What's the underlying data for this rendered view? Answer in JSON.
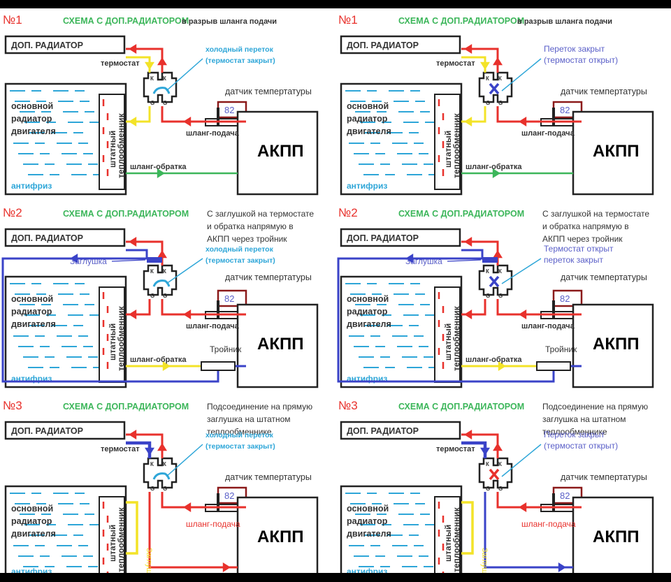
{
  "colors": {
    "supply_hot": "#e8312c",
    "cool_yellow": "#f3e328",
    "return_green": "#3cb65a",
    "return_blue": "#3a43c8",
    "antifreeze": "#2ea6d8",
    "sensor_box": "#8b1a1a",
    "violet_text": "#5a5fc8"
  },
  "common": {
    "title": "СХЕМА С ДОП.РАДИАТОРОМ",
    "radiator": "ДОП. РАДИАТОР",
    "thermostat": "термостат",
    "sensor": "датчик темпертатуры",
    "sensor_value": "82",
    "engine_radiator": [
      "основной",
      "радиатор",
      "двигателя"
    ],
    "antifreeze": "антифриз",
    "heat_exchanger": [
      "штатный",
      "теплообменник"
    ],
    "akpp": "АКПП",
    "supply_hose": "шланг-подача",
    "return_hose": "шланг-обратка",
    "port_k": "К",
    "port_g": "G",
    "plug": "Заглушка",
    "tee": "Тройник"
  },
  "panels": [
    {
      "number": "№1",
      "subtitle": [
        "в разрыв шланга подачи"
      ],
      "note": [
        "холодный переток",
        "(термостат закрыт)"
      ],
      "state": "closed"
    },
    {
      "number": "№1",
      "subtitle": [
        "в разрыв шланга подачи"
      ],
      "note": [
        "Переток закрыт",
        "(термостат открыт)"
      ],
      "state": "open"
    },
    {
      "number": "№2",
      "subtitle": [
        "С заглушкой на термостате",
        "и обратка напрямую в",
        "АКПП через тройник"
      ],
      "note": [
        "холодный переток",
        "(термостат закрыт)"
      ],
      "state": "closed"
    },
    {
      "number": "№2",
      "subtitle": [
        "С заглушкой на термостате",
        "и обратка напрямую в",
        "АКПП через тройник"
      ],
      "note": [
        "Термостат открыт",
        "переток закрыт"
      ],
      "state": "open"
    },
    {
      "number": "№3",
      "subtitle": [
        "Подсоединение на прямую",
        "заглушка на штатном",
        "теплообменнике"
      ],
      "note": [
        "холодный переток",
        "(термостат закрыт)"
      ],
      "state": "closed"
    },
    {
      "number": "№3",
      "subtitle": [
        "Подсоединение на прямую",
        "заглушка на штатном",
        "теплообменнике"
      ],
      "note": [
        "Переток закрыт",
        "(термостат открыт)"
      ],
      "state": "open"
    }
  ]
}
